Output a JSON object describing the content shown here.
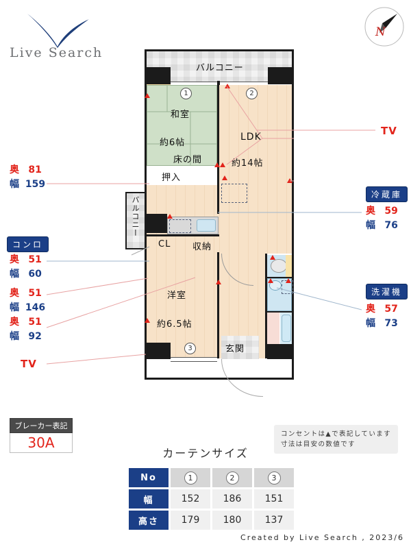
{
  "brand": {
    "name": "Live Search",
    "logo_icon": "checkmark-v-logo"
  },
  "compass": {
    "north_label": "N",
    "icon": "compass-north-arrow"
  },
  "floorplan": {
    "rooms": [
      {
        "key": "balcony_top",
        "label": "バルコニー"
      },
      {
        "key": "balcony_side",
        "label": "バルコニー"
      },
      {
        "key": "washitsu",
        "label": "和室",
        "area": "約6帖"
      },
      {
        "key": "tokonoma",
        "label": "床の間"
      },
      {
        "key": "oshiire",
        "label": "押入"
      },
      {
        "key": "ldk",
        "label": "LDK",
        "area": "約14帖"
      },
      {
        "key": "closet_cl",
        "label": "CL"
      },
      {
        "key": "shuno",
        "label": "収納"
      },
      {
        "key": "yoshitsu",
        "label": "洋室",
        "area": "約6.5帖"
      },
      {
        "key": "genkan",
        "label": "玄関"
      }
    ],
    "window_markers": [
      "1",
      "2",
      "3"
    ]
  },
  "annotations": {
    "left": [
      {
        "key": "oshiire_dims",
        "depth_label": "奥",
        "depth": "81",
        "width_label": "幅",
        "width": "159"
      },
      {
        "key": "konro",
        "badge": "コンロ",
        "depth_label": "奥",
        "depth": "51",
        "width_label": "幅",
        "width": "60"
      },
      {
        "key": "cl_dims",
        "depth_label": "奥",
        "depth": "51",
        "width_label": "幅",
        "width": "146"
      },
      {
        "key": "shuno_dims",
        "depth_label": "奥",
        "depth": "51",
        "width_label": "幅",
        "width": "92"
      },
      {
        "key": "tv_left",
        "label": "TV"
      }
    ],
    "right": [
      {
        "key": "tv_right",
        "label": "TV"
      },
      {
        "key": "reizouko",
        "badge": "冷蔵庫",
        "depth_label": "奥",
        "depth": "59",
        "width_label": "幅",
        "width": "76"
      },
      {
        "key": "sentakuki",
        "badge": "洗濯機",
        "depth_label": "奥",
        "depth": "57",
        "width_label": "幅",
        "width": "73"
      }
    ]
  },
  "breaker": {
    "title": "ブレーカー表記",
    "value": "30A"
  },
  "note": {
    "line1": "コンセントは▲で表記しています",
    "line2": "寸法は目安の数値です"
  },
  "curtain": {
    "title": "カーテンサイズ",
    "headers": [
      "No",
      "幅",
      "高さ"
    ],
    "columns": [
      "1",
      "2",
      "3"
    ],
    "width_values": [
      "152",
      "186",
      "151"
    ],
    "height_values": [
      "179",
      "180",
      "137"
    ]
  },
  "footer": {
    "text": "Created by Live Search , 2023/6"
  },
  "colors": {
    "tatami": "#cfe0c8",
    "wood_floor": "#f7e2c8",
    "closet": "#f9e3a8",
    "water": "#cfe6f2",
    "badge_blue": "#1b3f87",
    "depth_red": "#e2241b",
    "wall": "#1b1b1b"
  }
}
